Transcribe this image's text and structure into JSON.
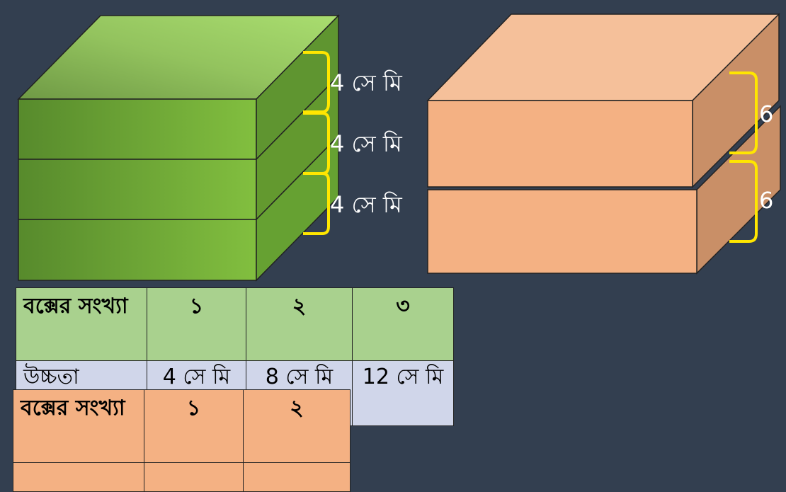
{
  "green_stack": {
    "labels": [
      "4 সে মি",
      "4 সে মি",
      "4 সে মি"
    ],
    "colors": {
      "front": "#74ad35",
      "top": "#8cc456",
      "side": "#5f9530"
    }
  },
  "orange_stack": {
    "labels": [
      "6",
      "6"
    ],
    "colors": {
      "front": "#f4b183",
      "top": "#f5c09a",
      "side": "#c98f67"
    }
  },
  "brace_color": "#ffe600",
  "table_green": {
    "header": [
      "বক্সের সংখ্যা",
      "১",
      "২",
      "৩"
    ],
    "row": [
      "উচ্চতা",
      "4 সে মি",
      "8 সে মি",
      "12 সে মি"
    ]
  },
  "table_orange": {
    "header": [
      "বক্সের সংখ্যা",
      "১",
      "২"
    ],
    "row": [
      "",
      "",
      ""
    ]
  }
}
